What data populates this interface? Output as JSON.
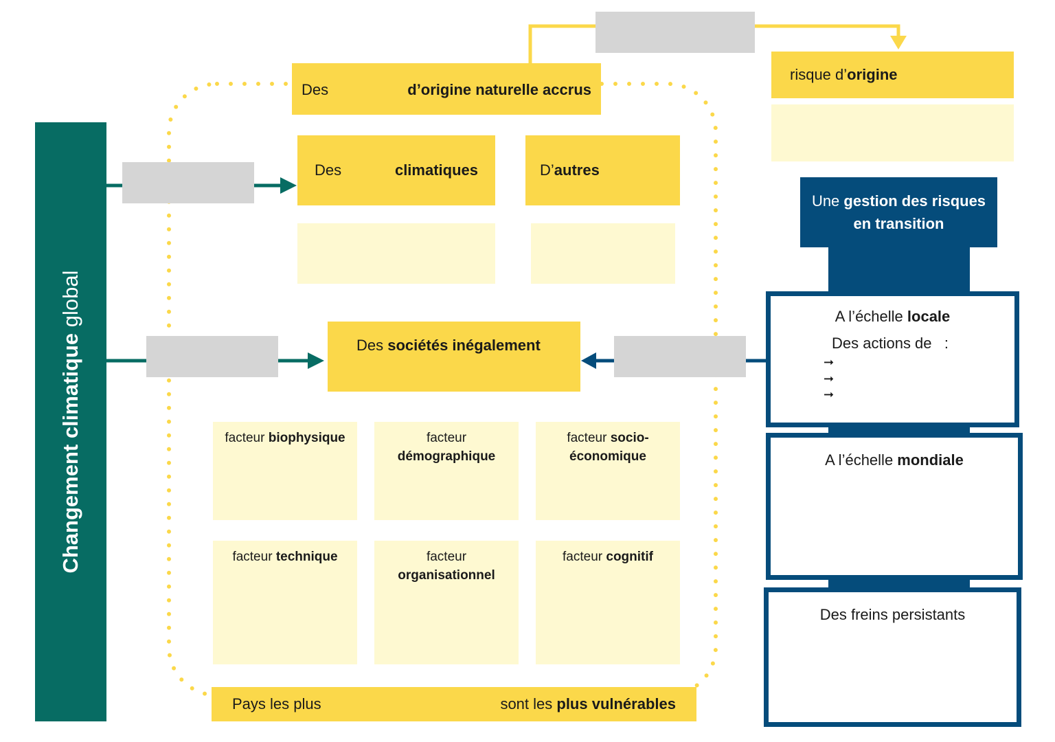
{
  "colors": {
    "teal": "#076c63",
    "yellow": "#fbd84a",
    "pale_yellow": "#fef9d1",
    "grey": "#d5d5d5",
    "navy": "#054c7b"
  },
  "left_bar": {
    "prefix": "Changement ",
    "bold": "climatique",
    "suffix": " global"
  },
  "top_box": {
    "left": "Des",
    "right": "d’origine naturelle accrus"
  },
  "risk_box": {
    "prefix": "risque d’",
    "bold": "origine"
  },
  "climatic_box": {
    "left": "Des",
    "right": "climatiques"
  },
  "other_box": {
    "prefix": "D’",
    "bold": "autres"
  },
  "societies_box": {
    "prefix": "Des ",
    "bold": "sociétés inégalement"
  },
  "factors": [
    {
      "prefix": "facteur ",
      "bold": "biophysique"
    },
    {
      "line1": "facteur",
      "bold": "démographique"
    },
    {
      "prefix": "facteur ",
      "bold": "socio-",
      "bold2": "économique"
    },
    {
      "prefix": "facteur ",
      "bold": "technique"
    },
    {
      "line1": "facteur",
      "bold": "organisationnel"
    },
    {
      "prefix": "facteur ",
      "bold": "cognitif"
    }
  ],
  "bottom_box": {
    "left": "Pays les plus",
    "right_prefix": "sont les ",
    "right_bold": "plus vulnérables"
  },
  "management_box": {
    "prefix": "Une ",
    "bold1": "gestion des risques",
    "bold2": "en transition"
  },
  "local_box": {
    "title_prefix": "A l’échelle ",
    "title_bold": "locale",
    "subtitle": "Des actions de   :",
    "arrows": [
      "➞",
      "➞",
      "➞"
    ]
  },
  "global_box": {
    "title_prefix": "A l’échelle ",
    "title_bold": "mondiale"
  },
  "brakes_box": {
    "title": "Des freins persistants"
  }
}
